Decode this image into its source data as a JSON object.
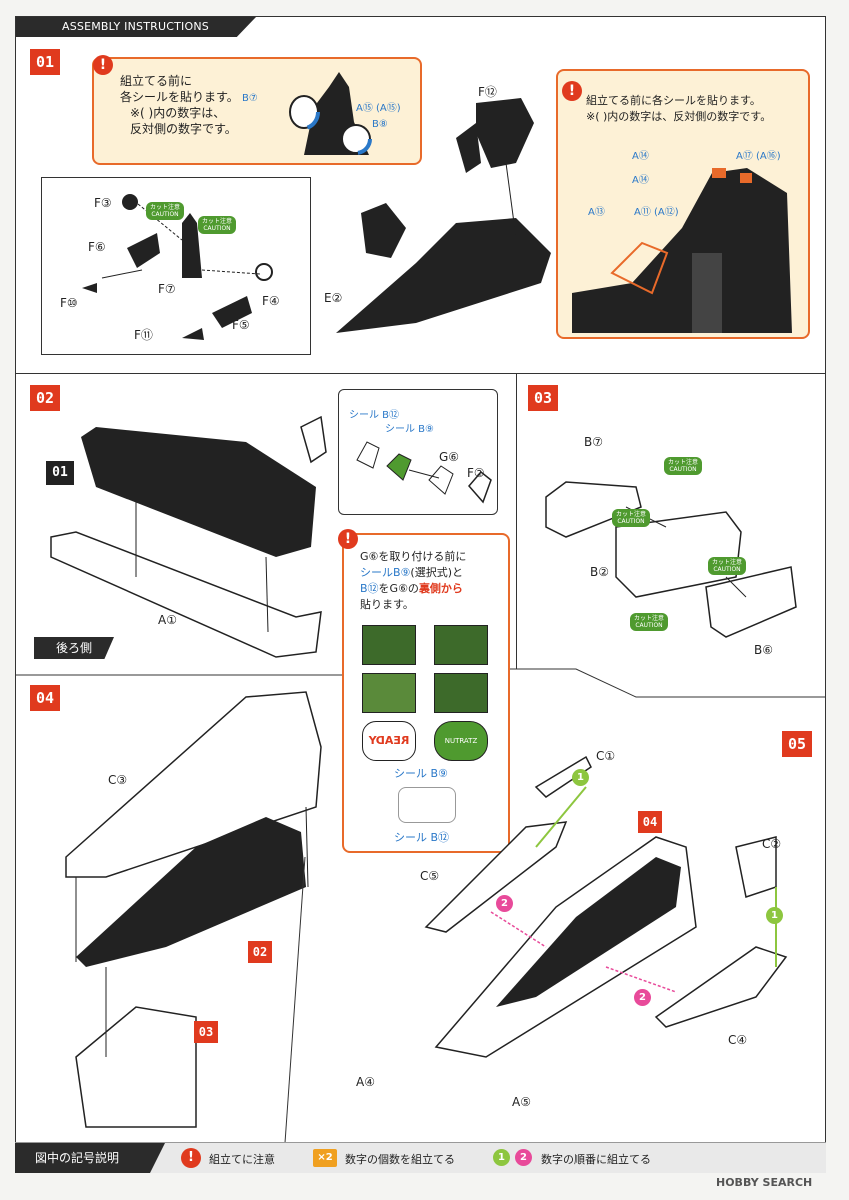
{
  "header": {
    "title": "ASSEMBLY INSTRUCTIONS"
  },
  "steps": {
    "s1": "01",
    "s2": "02",
    "s3": "03",
    "s4": "04",
    "s5": "05"
  },
  "refs": {
    "r01": "01",
    "r02": "02",
    "r03": "03",
    "r04": "04"
  },
  "step1": {
    "callout_left": {
      "line1": "組立てる前に",
      "line2": "各シールを貼ります。",
      "line3": "※( )内の数字は、",
      "line4": "反対側の数字です。"
    },
    "callout_left_labels": {
      "b7": "B⑦",
      "a15": "A⑮ (A⑮)",
      "b8": "B⑧"
    },
    "callout_right": {
      "line1": "組立てる前に各シールを貼ります。",
      "line2": "※( )内の数字は、反対側の数字です。"
    },
    "callout_right_labels": {
      "a14a": "A⑭",
      "a14b": "A⑭",
      "a17": "A⑰ (A⑯)",
      "a13": "A⑬",
      "a11": "A⑪ (A⑫)"
    },
    "parts": {
      "f12": "F⑫",
      "f3": "F③",
      "f6": "F⑥",
      "f10": "F⑩",
      "f7": "F⑦",
      "f4": "F④",
      "f11": "F⑪",
      "f5": "F⑤",
      "e2": "E②"
    },
    "caution1": {
      "jp": "カット注意",
      "en": "CAUTION"
    },
    "caution2": {
      "jp": "カット注意",
      "en": "CAUTION"
    }
  },
  "step2": {
    "seal_b12": "シール B⑫",
    "seal_b9": "シール B⑨",
    "g6": "G⑥",
    "f2": "F②",
    "a1": "A①",
    "back_label": "後ろ側",
    "note": {
      "l1": "G⑥を取り付ける前に",
      "l2a": "シールB⑨",
      "l2b": "(選択式)と",
      "l3a": "B⑫",
      "l3b": "をG⑥の",
      "l3c": "裏側から",
      "l4": "貼ります。"
    },
    "sticker_text_ready": "READY",
    "sticker_text_nutratz": "NUTRATZ",
    "seal_label_b9": "シール B⑨",
    "seal_label_b12": "シール B⑫"
  },
  "step3": {
    "b7": "B⑦",
    "b2": "B②",
    "b6": "B⑥",
    "cautions": [
      {
        "jp": "カット注意",
        "en": "CAUTION"
      },
      {
        "jp": "カット注意",
        "en": "CAUTION"
      },
      {
        "jp": "カット注意",
        "en": "CAUTION"
      },
      {
        "jp": "カット注意",
        "en": "CAUTION"
      }
    ]
  },
  "step4": {
    "c3": "C③"
  },
  "step5": {
    "c1": "C①",
    "c5": "C⑤",
    "c2": "C②",
    "c4": "C④",
    "a4": "A④",
    "a5": "A⑤",
    "n1a": "1",
    "n1b": "1",
    "n2a": "2",
    "n2b": "2"
  },
  "footer": {
    "title": "図中の記号説明",
    "item1": "組立てに注意",
    "item2_badge": "×2",
    "item2": "数字の個数を組立てる",
    "item3_n1": "1",
    "item3_n2": "2",
    "item3": "数字の順番に組立てる",
    "watermark": "HOBBY SEARCH"
  },
  "colors": {
    "accent": "#e03a1e",
    "callout_border": "#e86a2a",
    "callout_fill": "#fdf1d6",
    "caution_green": "#4f9a2f",
    "sticker_blue": "#2a78c8",
    "order_green": "#8dc63f",
    "order_pink": "#e84a9a"
  }
}
